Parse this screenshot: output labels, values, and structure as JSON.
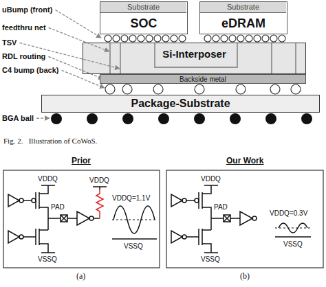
{
  "diagram": {
    "caption": "Fig. 2.   Illustration of CoWoS.",
    "nodes": [
      {
        "text": [
          "SOC"
        ]
      },
      {
        "text": [
          "Substrate"
        ],
        "in": 0
      },
      {
        "text": [
          "eDRAM"
        ]
      },
      {
        "text": [
          "Substrate"
        ],
        "in": 2
      },
      {
        "text": [
          "Si-Interposer"
        ]
      },
      {
        "text": [
          "Backside metal"
        ]
      },
      {
        "text": [
          "Package-Substrate"
        ]
      }
    ],
    "edges": [],
    "labels": [
      "uBump (front)",
      "feedthru net",
      "TSV",
      "RDL routing",
      "C4 bump (back)",
      "BGA ball",
      "Prior",
      "Our Work",
      "VDDQ",
      "PAD",
      "VSSQ",
      "VDDQ",
      "VDDQ=1.1V",
      "VSSQ",
      "(a)",
      "VDDQ",
      "PAD",
      "VSSQ",
      "VDDQ=0.3V",
      "VSSQ",
      "(b)"
    ]
  }
}
